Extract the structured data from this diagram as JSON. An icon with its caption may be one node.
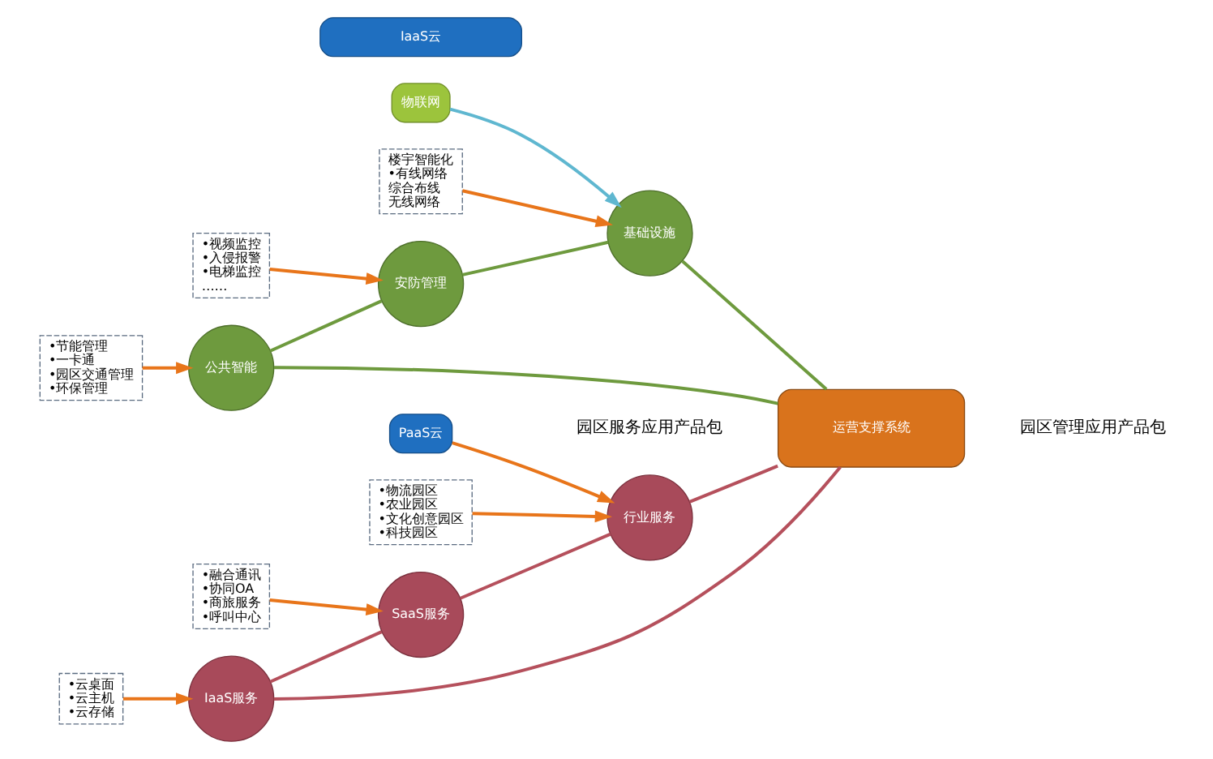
{
  "diagram": {
    "nodes": [
      {
        "text": [
          "IaaS服务"
        ]
      },
      {
        "text": [
          "SaaS服务"
        ]
      },
      {
        "text": [
          "行业服务"
        ]
      },
      {
        "text": [
          "公共智能"
        ]
      },
      {
        "text": [
          "安防管理"
        ]
      },
      {
        "text": [
          "基础设施"
        ]
      },
      {
        "text": [
          "运营支撑系统"
        ]
      },
      {
        "text": [
          "PaaS云"
        ]
      },
      {
        "text": [
          "物联网"
        ]
      },
      {
        "text": [
          "IaaS云"
        ]
      },
      {
        "text": [
          "•云桌面",
          "•云主机",
          "•云存储"
        ]
      },
      {
        "text": [
          "•融合通讯",
          "•协同OA",
          "•商旅服务",
          "•呼叫中心"
        ]
      },
      {
        "text": [
          "•物流园区",
          "•农业园区",
          "•文化创意园区",
          "•科技园区"
        ]
      },
      {
        "text": [
          "•节能管理",
          "•一卡通",
          "•园区交通管理",
          "•环保管理"
        ]
      },
      {
        "text": [
          "•视频监控",
          "•入侵报警",
          "•电梯监控",
          "……"
        ]
      },
      {
        "text": [
          "楼宇智能化",
          "•有线网络",
          "综合布线",
          "无线网络"
        ]
      }
    ],
    "edges": [
      {
        "from": 0,
        "to": 1,
        "arrow": "none",
        "color": "#b5505c"
      },
      {
        "from": 1,
        "to": 2,
        "arrow": "none",
        "color": "#b5505c"
      },
      {
        "from": 0,
        "to": 6,
        "arrow": "none",
        "color": "#b5505c"
      },
      {
        "from": 2,
        "to": 6,
        "arrow": "none",
        "color": "#b5505c"
      },
      {
        "from": 3,
        "to": 6,
        "arrow": "none",
        "color": "#6e9a3e"
      },
      {
        "from": 3,
        "to": 4,
        "arrow": "none",
        "color": "#6e9a3e"
      },
      {
        "from": 4,
        "to": 5,
        "arrow": "none",
        "color": "#6e9a3e"
      },
      {
        "from": 5,
        "to": 6,
        "arrow": "none",
        "color": "#6e9a3e"
      },
      {
        "from": 10,
        "to": 0,
        "arrow": "to"
      },
      {
        "from": 11,
        "to": 1,
        "arrow": "to"
      },
      {
        "from": 12,
        "to": 2,
        "arrow": "to"
      },
      {
        "from": 13,
        "to": 3,
        "arrow": "to"
      },
      {
        "from": 14,
        "to": 4,
        "arrow": "to"
      },
      {
        "from": 15,
        "to": 5,
        "arrow": "to"
      },
      {
        "from": 7,
        "to": 2,
        "arrow": "to"
      },
      {
        "from": 8,
        "to": 5,
        "arrow": "to",
        "color": "#5fb7d0"
      }
    ],
    "labels": [
      "园区服务应用产品包",
      "园区管理应用产品包"
    ]
  }
}
